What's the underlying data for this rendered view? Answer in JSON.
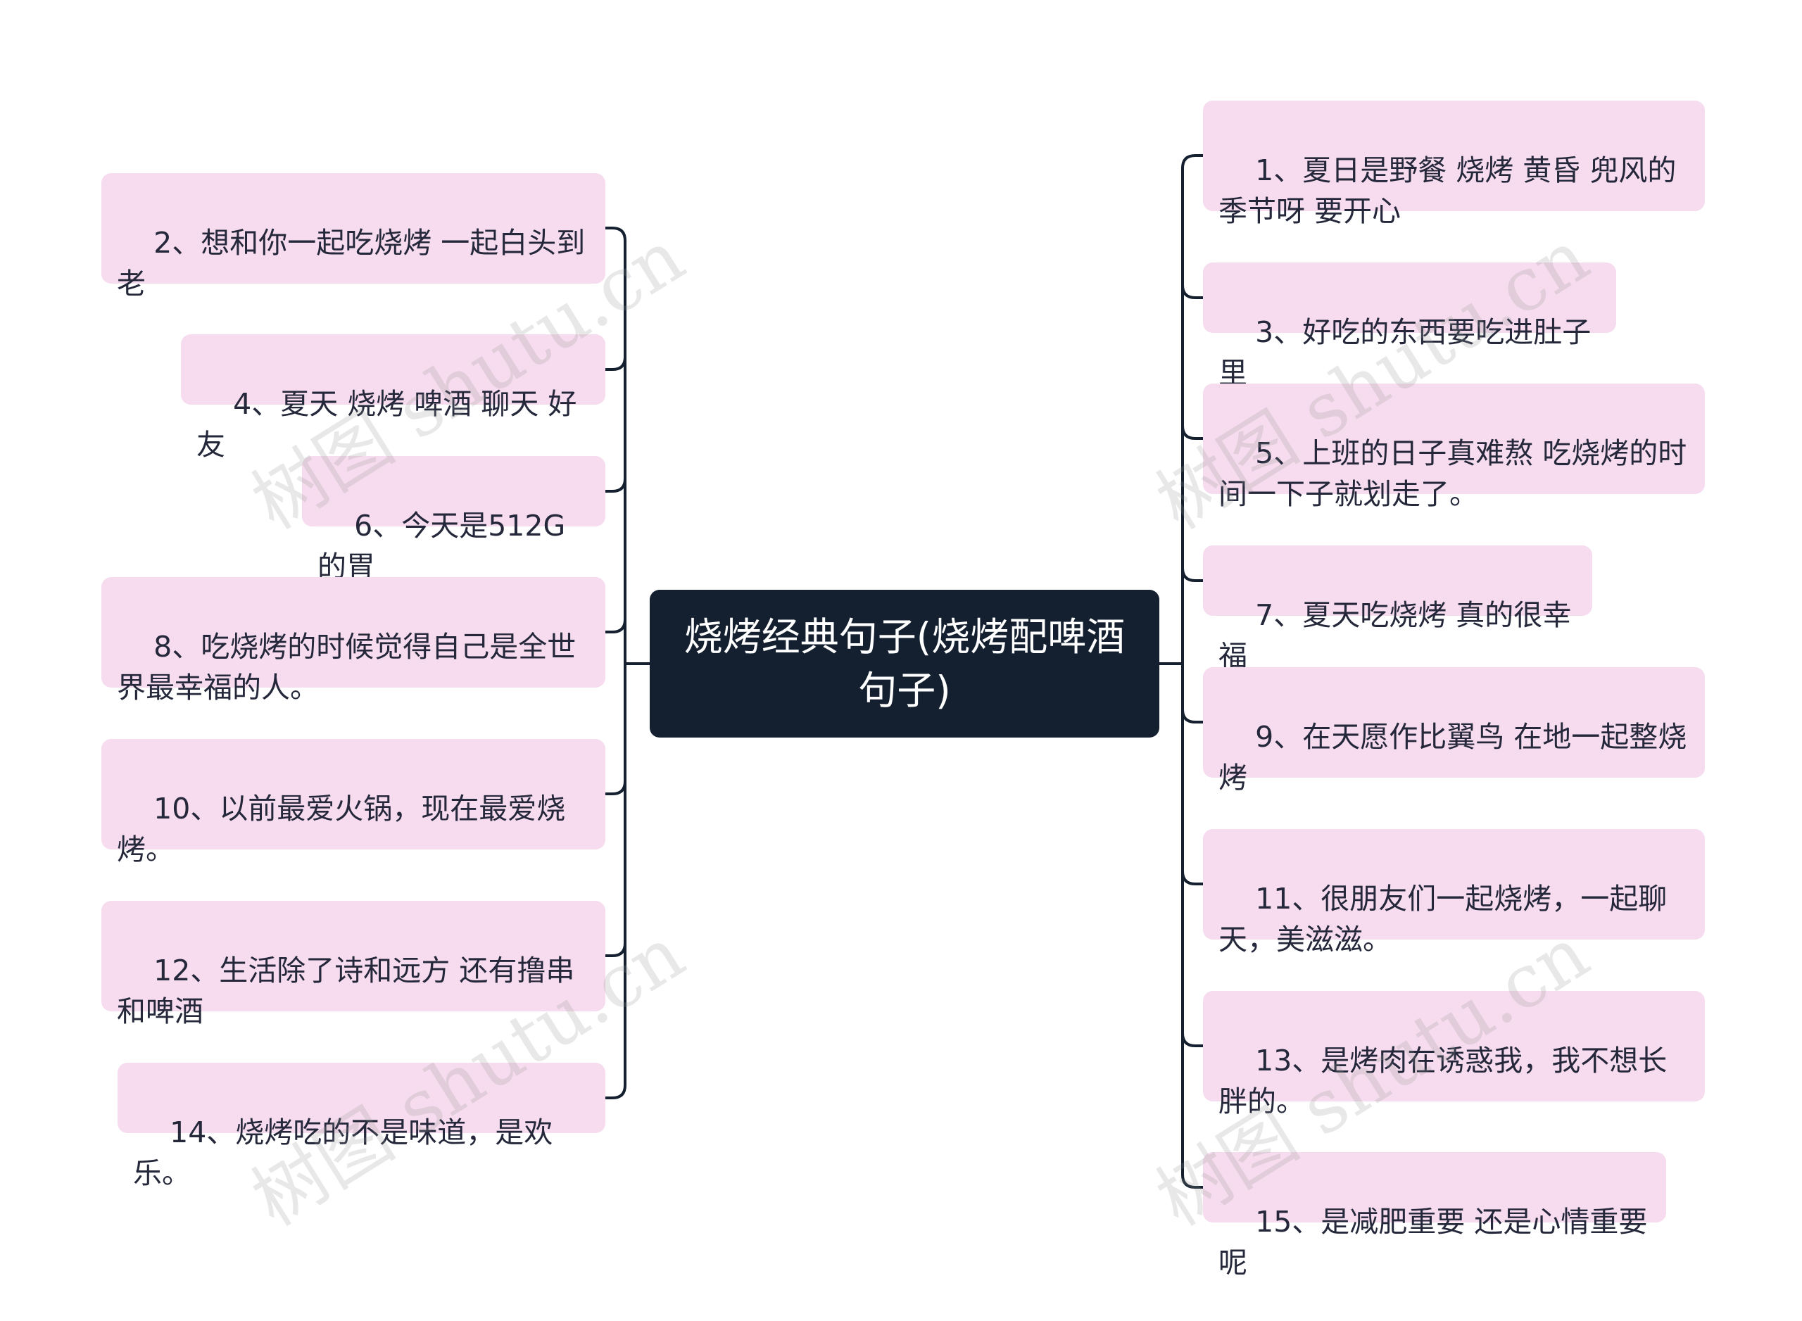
{
  "root": {
    "text": "烧烤经典句子(烧烤配啤酒句子)"
  },
  "left_branches": [
    "2、想和你一起吃烧烤 一起白头到老",
    "4、夏天 烧烤 啤酒 聊天 好友",
    "6、今天是512G的胃",
    "8、吃烧烤的时候觉得自己是全世界最幸福的人。",
    "10、以前最爱火锅，现在最爱烧烤。",
    "12、生活除了诗和远方 还有撸串和啤酒",
    "14、烧烤吃的不是味道，是欢乐。"
  ],
  "right_branches": [
    "1、夏日是野餐 烧烤 黄昏 兜风的季节呀 要开心",
    "3、好吃的东西要吃进肚子里",
    "5、上班的日子真难熬 吃烧烤的时间一下子就划走了。",
    "7、夏天吃烧烤 真的很幸福",
    "9、在天愿作比翼鸟 在地一起整烧烤",
    "11、很朋友们一起烧烤，一起聊天，美滋滋。",
    "13、是烤肉在诱惑我，我不想长胖的。",
    "15、是减肥重要 还是心情重要呢"
  ],
  "watermark": "树图 shutu.cn",
  "colors": {
    "node_fill": "#f6dcee",
    "root_fill": "#14202f",
    "connector": "#14202f"
  }
}
